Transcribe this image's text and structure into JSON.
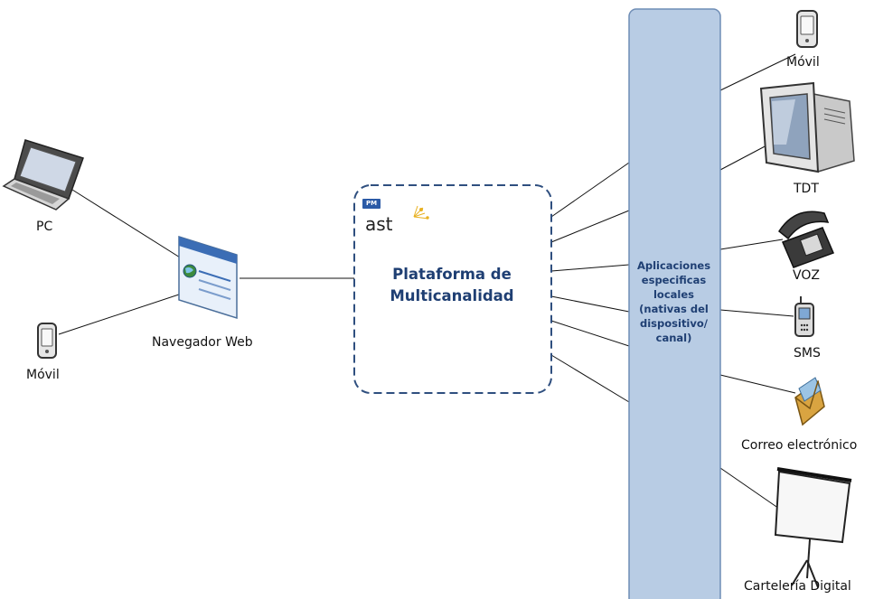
{
  "nodes": {
    "pc": "PC",
    "movil_left": "Móvil",
    "browser": "Navegador Web",
    "movil_right": "Móvil",
    "tdt": "TDT",
    "voz": "VOZ",
    "sms": "SMS",
    "email": "Correo electrónico",
    "signage": "Cartelería Digital"
  },
  "platform": {
    "badge": "PM",
    "logo": "ast",
    "title_line1": "Plataforma de",
    "title_line2": "Multicanalidad"
  },
  "apps_bar": {
    "line1": "Aplicaciones",
    "line2": "especificas",
    "line3": "locales",
    "line4": "(nativas del",
    "line5": "dispositivo/",
    "line6": "canal)"
  },
  "colors": {
    "bar_fill": "#b8cce4",
    "bar_stroke": "#6f8db5",
    "platform_border": "#2f4f7f",
    "title_text": "#1f3f73"
  }
}
